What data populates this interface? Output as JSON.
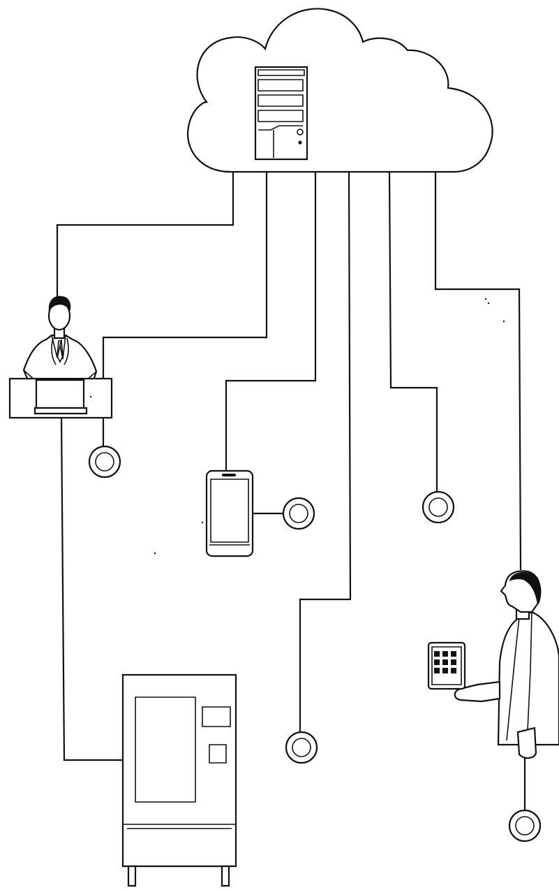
{
  "diagram": {
    "type": "network-illustration",
    "hub": {
      "shape": "cloud",
      "contains": "server-tower-icon"
    },
    "nodes": [
      {
        "name": "doctor-at-laptop",
        "icon": "person-laptop-icon"
      },
      {
        "name": "smartphone",
        "icon": "smartphone-icon"
      },
      {
        "name": "vending-machine",
        "icon": "vending-machine-icon"
      },
      {
        "name": "person-with-tablet",
        "icon": "person-tablet-icon"
      }
    ],
    "connector_count": 7,
    "terminal_count": 5,
    "colors": {
      "stroke": "#111111",
      "background": "#ffffff"
    }
  }
}
